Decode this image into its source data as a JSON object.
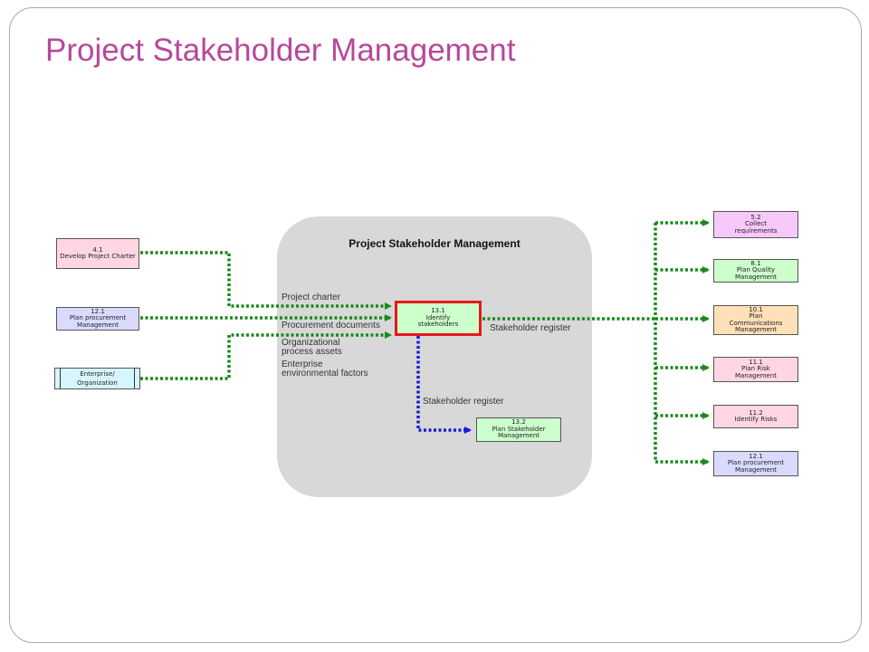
{
  "slide": {
    "title": "Project Stakeholder Management"
  },
  "process_group": {
    "title": "Project Stakeholder Management"
  },
  "inputs": [
    {
      "id": "4.1",
      "name": "Develop Project Charter"
    },
    {
      "id": "12.1",
      "name": "Plan procurement Management"
    },
    {
      "id": "",
      "name": "Enterprise/ Organization"
    }
  ],
  "process": {
    "id": "13.1",
    "name": "Identify stakeholders"
  },
  "downstream_process": {
    "id": "13.2",
    "name": "Plan Stakeholder Management"
  },
  "input_labels": {
    "project_charter": "Project charter",
    "procurement_documents": "Procurement documents",
    "org_process_assets": "Organizational process assets",
    "enterprise_env_factors": "Enterprise environmental factors"
  },
  "output_labels": {
    "stakeholder_register_right": "Stakeholder register",
    "stakeholder_register_down": "Stakeholder register"
  },
  "outputs": [
    {
      "id": "5.2",
      "name": "Collect requirements"
    },
    {
      "id": "8.1",
      "name": "Plan Quality Management"
    },
    {
      "id": "10.1",
      "name": "Plan Communications Management"
    },
    {
      "id": "11.1",
      "name": "Plan Risk Management"
    },
    {
      "id": "11.2",
      "name": "Identify Risks"
    },
    {
      "id": "12.1",
      "name": "Plan procurement Management"
    }
  ],
  "colors": {
    "title": "#b7489a",
    "flow_green": "#1a8a1a",
    "flow_blue": "#1a1ad6",
    "highlight": "#e51a1a"
  }
}
